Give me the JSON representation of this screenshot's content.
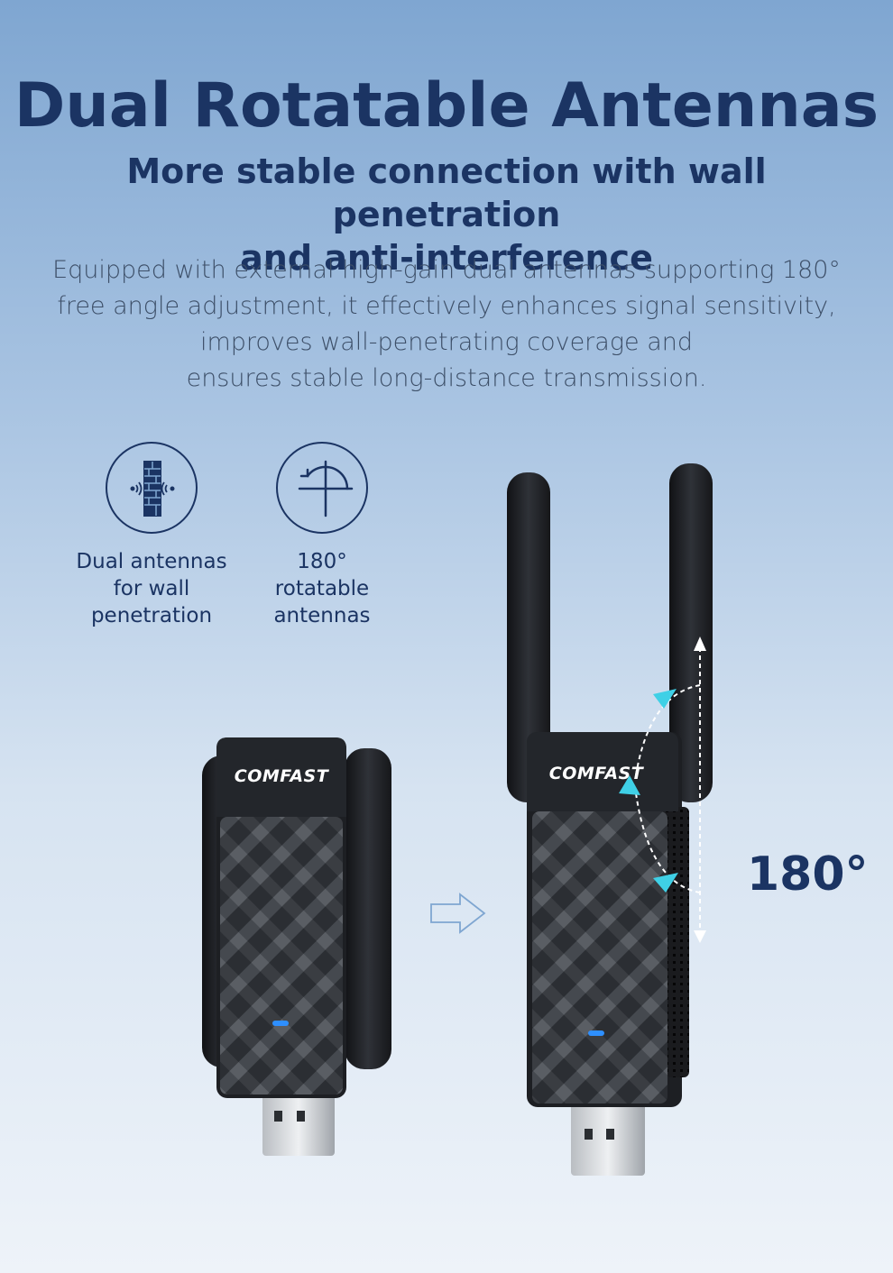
{
  "header": {
    "title": "Dual Rotatable Antennas",
    "subtitle_lines": [
      "More stable connection with wall penetration",
      "and anti-interference"
    ],
    "description_lines": [
      "Equipped with external high-gain dual antennas supporting 180°",
      "free angle adjustment, it effectively enhances signal sensitivity,",
      "improves wall-penetrating coverage and",
      "ensures stable long-distance transmission."
    ]
  },
  "features": [
    {
      "icon": "wall-signal-icon",
      "label_lines": [
        "Dual antennas",
        "for wall",
        "penetration"
      ]
    },
    {
      "icon": "rotate-angle-icon",
      "label_lines": [
        "180°",
        "rotatable",
        "antennas"
      ]
    }
  ],
  "product": {
    "brand": "COMFAST",
    "rotation_label": "180°",
    "led_color": "#2e8fff",
    "accent_color": "#3fd0e6"
  }
}
